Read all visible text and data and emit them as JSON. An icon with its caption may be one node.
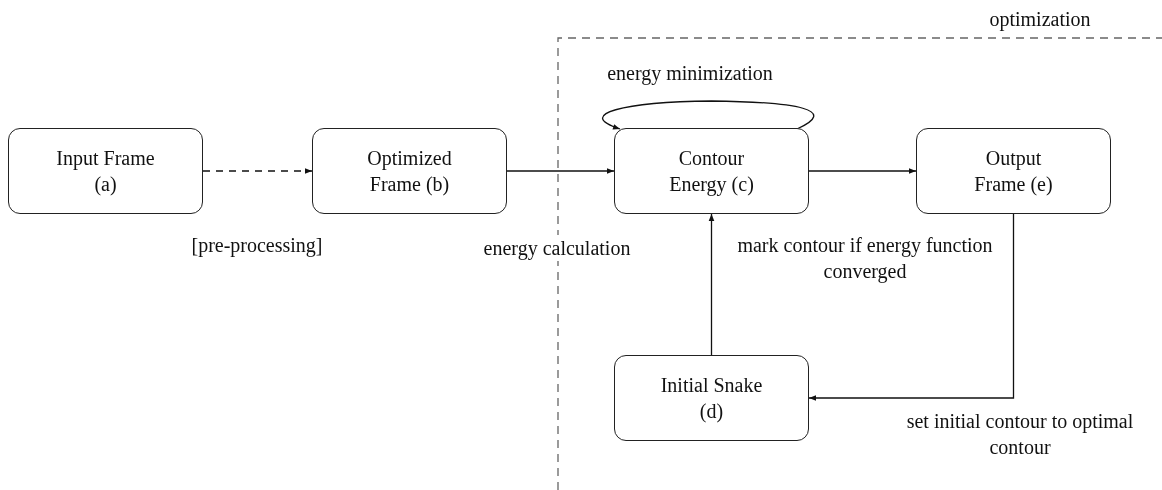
{
  "diagram": {
    "nodes": [
      {
        "text": [
          "Input Frame (a)"
        ]
      },
      {
        "text": [
          "Optimized Frame (b)"
        ]
      },
      {
        "text": [
          "Contour Energy (c)"
        ]
      },
      {
        "text": [
          "Output Frame (e)"
        ]
      },
      {
        "text": [
          "Initial Snake (d)"
        ]
      }
    ],
    "edges": [
      {
        "from": 0,
        "to": 1,
        "arrow": "to",
        "style": "dashed",
        "label": "[pre-processing]"
      },
      {
        "from": 1,
        "to": 2,
        "arrow": "to",
        "label": "energy calculation"
      },
      {
        "from": 2,
        "to": 2,
        "arrow": "to",
        "label": "energy minimization"
      },
      {
        "from": 2,
        "to": 3,
        "arrow": "to"
      },
      {
        "from": 4,
        "to": 2,
        "arrow": "to",
        "label": "mark contour if energy function converged"
      },
      {
        "from": 3,
        "to": 4,
        "arrow": "to",
        "label": "set initial contour to optimal contour"
      }
    ],
    "labels": [
      "optimization"
    ]
  }
}
